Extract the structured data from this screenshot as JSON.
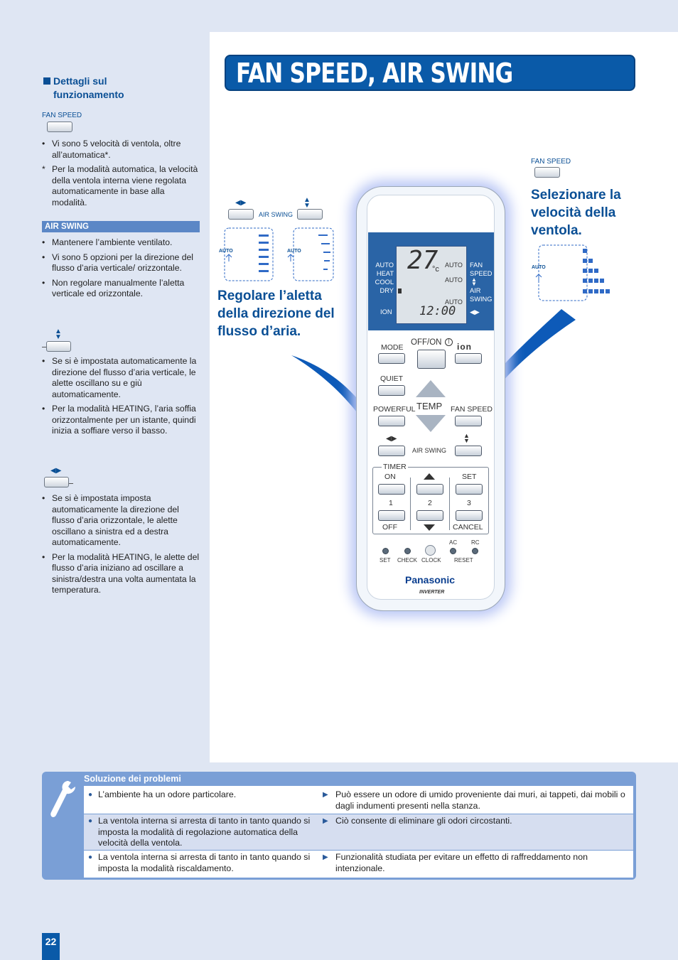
{
  "title": "FAN SPEED, AIR SWING",
  "sidebar": {
    "heading_line1": "Dettagli sul",
    "heading_line2": "funzionamento",
    "fan_speed_label": "FAN SPEED",
    "fan_bullets": [
      "Vi sono 5 velocità di ventola, oltre all’automatica*.",
      "Per la modalità automatica, la velocità della ventola interna viene regolata automaticamente in base alla modalità."
    ],
    "air_swing_title": "AIR SWING",
    "air_swing_bullets": [
      "Mantenere l’ambiente ventilato.",
      "Vi sono 5 opzioni per la direzione del flusso d’aria verticale/ orizzontale.",
      "Non regolare manualmente l’aletta verticale ed orizzontale."
    ],
    "vertical_bullets": [
      "Se si è impostata automaticamente la direzione del flusso d’aria verticale, le alette oscillano su e giù automaticamente.",
      "Per la modalità HEATING, l’aria soffia orizzontalmente per un istante, quindi inizia a soffiare verso il basso."
    ],
    "horizontal_bullets": [
      "Se si è impostata imposta automaticamente la direzione del flusso d’aria orizzontale, le alette oscillano a sinistra ed a destra automaticamente.",
      "Per la modalità HEATING, le alette del flusso d’aria iniziano ad oscillare a sinistra/destra una volta aumentata la temperatura."
    ]
  },
  "main": {
    "air_swing_label": "AIR SWING",
    "auto_label": "AUTO",
    "fan_speed_label": "FAN SPEED",
    "select_fan_text": "Selezionare la velocità della ventola.",
    "adjust_flap_text": "Regolare l’aletta della direzione del flusso d’aria."
  },
  "remote": {
    "lcd_left": [
      "AUTO",
      "HEAT",
      "COOL",
      "DRY"
    ],
    "lcd_ion": "ION",
    "lcd_temp": "27",
    "lcd_unit": "°c",
    "lcd_clock": "12:00",
    "lcd_auto": "AUTO",
    "lcd_fan": "FAN",
    "lcd_speed": "SPEED",
    "lcd_air": "AIR",
    "lcd_swing": "SWING",
    "mode": "MODE",
    "off_on": "OFF/ON",
    "ion": "ion",
    "quiet": "QUIET",
    "powerful": "POWERFUL",
    "temp": "TEMP",
    "fan_speed": "FAN SPEED",
    "air_swing": "AIR SWING",
    "timer": "TIMER",
    "on": "ON",
    "set": "SET",
    "n1": "1",
    "n2": "2",
    "n3": "3",
    "off": "OFF",
    "cancel": "CANCEL",
    "ac": "AC",
    "rc": "RC",
    "bottom_labels": [
      "SET",
      "CHECK",
      "CLOCK",
      "RESET"
    ],
    "brand": "Panasonic",
    "inverter": "INVERTER"
  },
  "troubleshooting": {
    "title": "Soluzione dei problemi",
    "rows": [
      {
        "problem": "L’ambiente ha un odore particolare.",
        "cause": "Può essere un odore di umido proveniente dai muri, ai tappeti, dai mobili o dagli indumenti presenti nella stanza."
      },
      {
        "problem": "La ventola interna si arresta di tanto in tanto quando si imposta la modalità di regolazione automatica della velocità della ventola.",
        "cause": "Ciò consente di eliminare gli odori circostanti."
      },
      {
        "problem": "La ventola interna si arresta di tanto in tanto quando si imposta la modalità riscaldamento.",
        "cause": "Funzionalità studiata per evitare un effetto di raffreddamento non intenzionale."
      }
    ]
  },
  "page_number": "22",
  "colors": {
    "brand_blue": "#0a5aa8",
    "accent_light": "#7a9fd6",
    "background": "#dfe6f3"
  }
}
